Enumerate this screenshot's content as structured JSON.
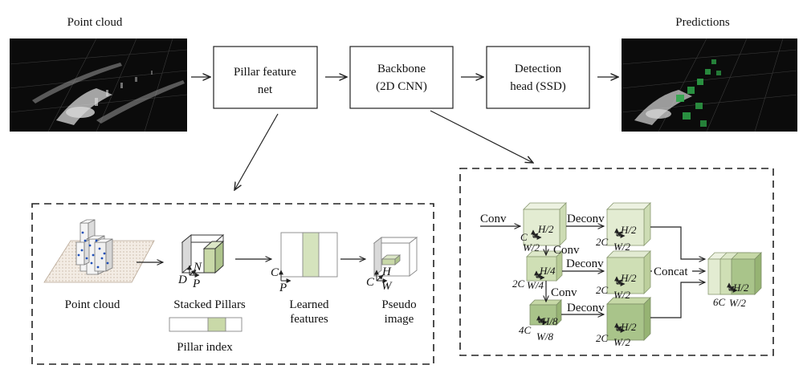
{
  "top_row": {
    "point_cloud_title": "Point cloud",
    "predictions_title": "Predictions",
    "pillar_feature_net": [
      "Pillar feature",
      "net"
    ],
    "backbone": [
      "Backbone",
      "(2D CNN)"
    ],
    "detection_head": [
      "Detection",
      "head (SSD)"
    ]
  },
  "pfn_panel": {
    "point_cloud": "Point cloud",
    "stacked_pillars": "Stacked Pillars",
    "learned_features": [
      "Learned",
      "features"
    ],
    "pseudo_image": [
      "Pseudo",
      "image"
    ],
    "pillar_index": "Pillar index",
    "axis_D": "D",
    "axis_N": "N",
    "axis_P": "P",
    "axis_C": "C",
    "axis_H": "H",
    "axis_W": "W",
    "colors": {
      "feature_green": "#d5e3bd",
      "pillar_green": "#c9d9a8"
    }
  },
  "backbone_panel": {
    "conv": "Conv",
    "deconv": "Deconv",
    "concat": "Concat",
    "block1": {
      "top": "H/2",
      "left": "C",
      "bottom": "W/2"
    },
    "block2": {
      "top": "H/4",
      "left": "2C",
      "bottom": "W/4"
    },
    "block3": {
      "top": "H/8",
      "left": "4C",
      "bottom": "W/8"
    },
    "up_blocks": {
      "top": "H/2",
      "left": "2C",
      "bottom": "W/2"
    },
    "output": {
      "top": "H/2",
      "left": "6C",
      "bottom": "W/2"
    },
    "colors": {
      "light": "#e3ecd2",
      "mid": "#cfdfb5",
      "dark": "#a9c48a"
    }
  }
}
